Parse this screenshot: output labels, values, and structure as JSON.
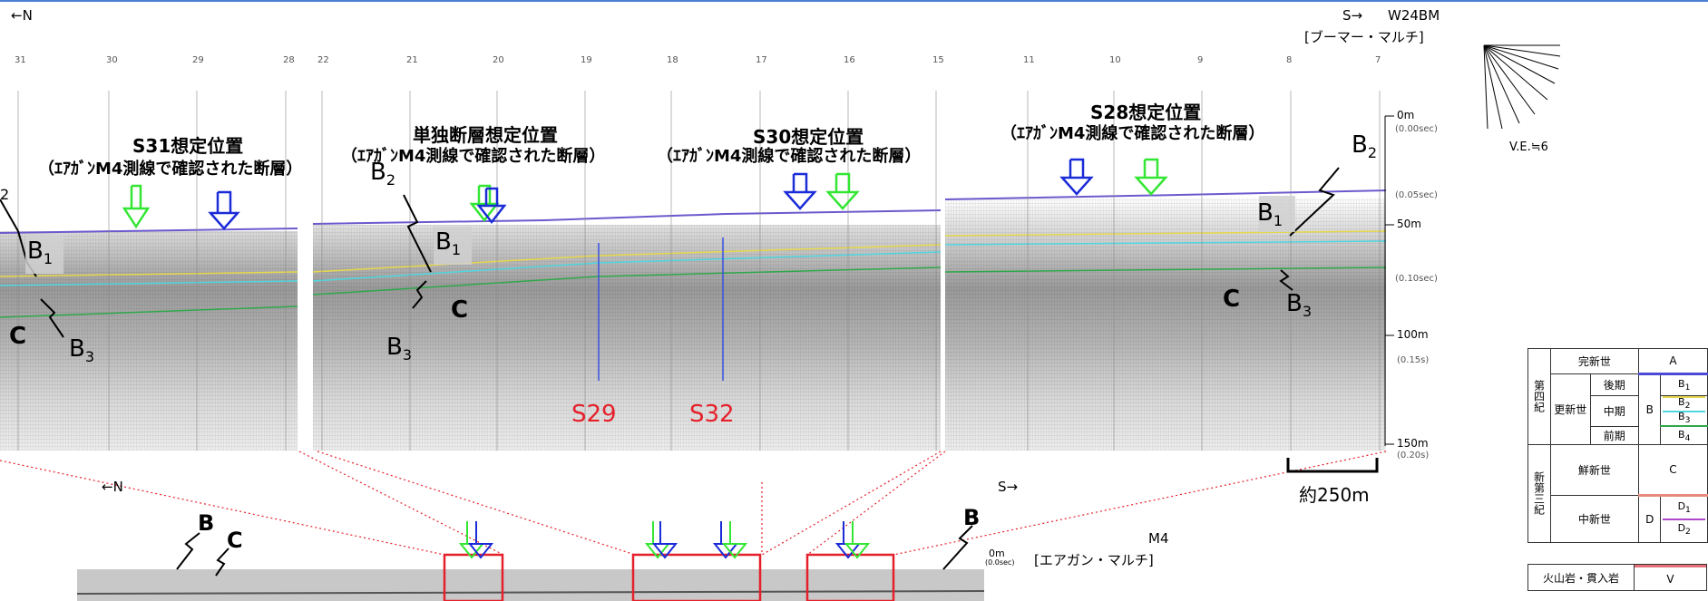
{
  "header": {
    "north_left": "←N",
    "south_right": "S→",
    "line_name": "W24BM",
    "line_type": "[ブーマー・マルチ]"
  },
  "station_numbers": [
    "31",
    "30",
    "29",
    "28",
    "22",
    "21",
    "20",
    "19",
    "18",
    "17",
    "16",
    "15",
    "11",
    "10",
    "9",
    "8",
    "7"
  ],
  "fault_labels": {
    "s31": {
      "title": "S31想定位置",
      "sub": "（ｴｱｶﾞﾝM4測線で確認された断層）"
    },
    "single": {
      "title": "単独断層想定位置",
      "sub": "（ｴｱｶﾞﾝM4測線で確認された断層）"
    },
    "s30": {
      "title": "S30想定位置",
      "sub": "（ｴｱｶﾞﾝM4測線で確認された断層）"
    },
    "s28": {
      "title": "S28想定位置",
      "sub": "（ｴｱｶﾞﾝM4測線で確認された断層）"
    }
  },
  "horizons": {
    "b1": "B",
    "b2": "B",
    "b3": "B",
    "c": "C",
    "s1": "1",
    "s2": "2",
    "s3": "3",
    "edge_frag": "2"
  },
  "red_labels": {
    "s29": "S29",
    "s32": "S32"
  },
  "depth_scale": [
    {
      "m": "0m",
      "sec": "(0.00sec)"
    },
    {
      "sec": "(0.05sec)"
    },
    {
      "m": "50m"
    },
    {
      "sec": "(0.10sec)"
    },
    {
      "m": "100m"
    },
    {
      "sec": "(0.15s)"
    },
    {
      "m": "150m",
      "sec": "(0.20s)"
    }
  ],
  "scale_bar": "約250m",
  "ve": "V.E.≒6",
  "bottom": {
    "north": "←N",
    "south": "S→",
    "b": "B",
    "c": "C",
    "b_right": "B",
    "line_name": "M4",
    "line_type": "[エアガン・マルチ]",
    "zero": "0m",
    "zero_sec": "(0.0sec)"
  },
  "legend": {
    "era1": "第四紀",
    "era2": "新第三紀",
    "holocene": "完新世",
    "pleistocene": "更新世",
    "late": "後期",
    "middle": "中期",
    "early": "前期",
    "pliocene": "鮮新世",
    "miocene": "中新世",
    "a": "A",
    "b": "B",
    "c": "C",
    "d": "D",
    "b1": "B",
    "b2": "B",
    "b3": "B",
    "b4": "B",
    "d1": "D",
    "d2": "D",
    "volcanic": "火山岩・貫入岩",
    "v": "V"
  },
  "colors": {
    "blue_arrow": "#1a2bd8",
    "green_arrow": "#33e633",
    "seafloor": "#6a5acd",
    "b1_line": "#e6d84a",
    "b2_line": "#4fd6e0",
    "b3_line": "#2ea84a",
    "fault_red": "#e5202a"
  }
}
